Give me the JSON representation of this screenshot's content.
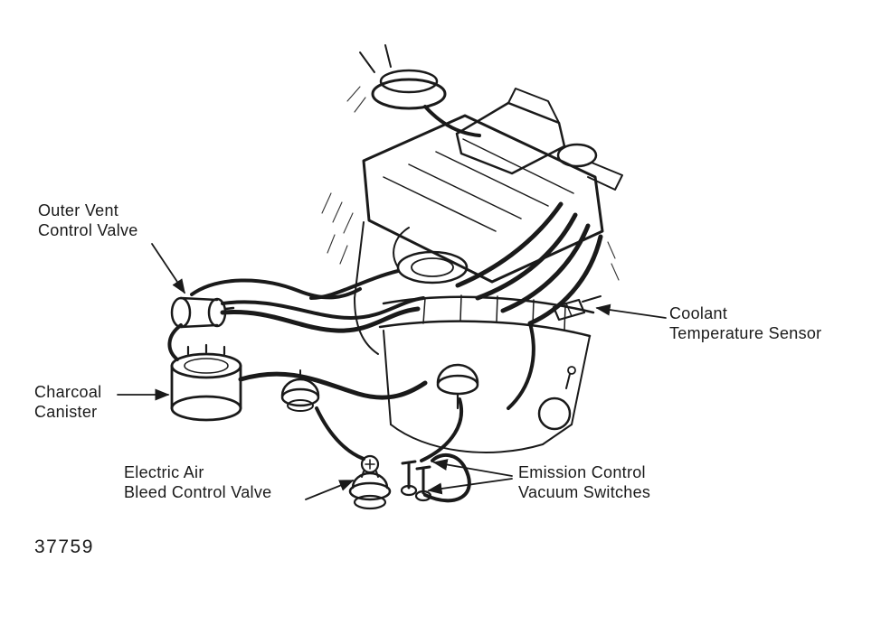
{
  "diagram": {
    "figure_number": "37759",
    "ink_color": "#1a1a1a",
    "background_color": "#ffffff",
    "labels": [
      {
        "name": "outer-vent-control-valve",
        "lines": [
          "Outer Vent",
          "Control Valve"
        ]
      },
      {
        "name": "coolant-temperature-sensor",
        "lines": [
          "Coolant",
          "Temperature Sensor"
        ]
      },
      {
        "name": "charcoal-canister",
        "lines": [
          "Charcoal",
          "Canister"
        ]
      },
      {
        "name": "electric-air-bleed-control-valve",
        "lines": [
          "Electric Air",
          "Bleed Control Valve"
        ]
      },
      {
        "name": "emission-control-vacuum-switches",
        "lines": [
          "Emission Control",
          "Vacuum Switches"
        ]
      }
    ]
  }
}
